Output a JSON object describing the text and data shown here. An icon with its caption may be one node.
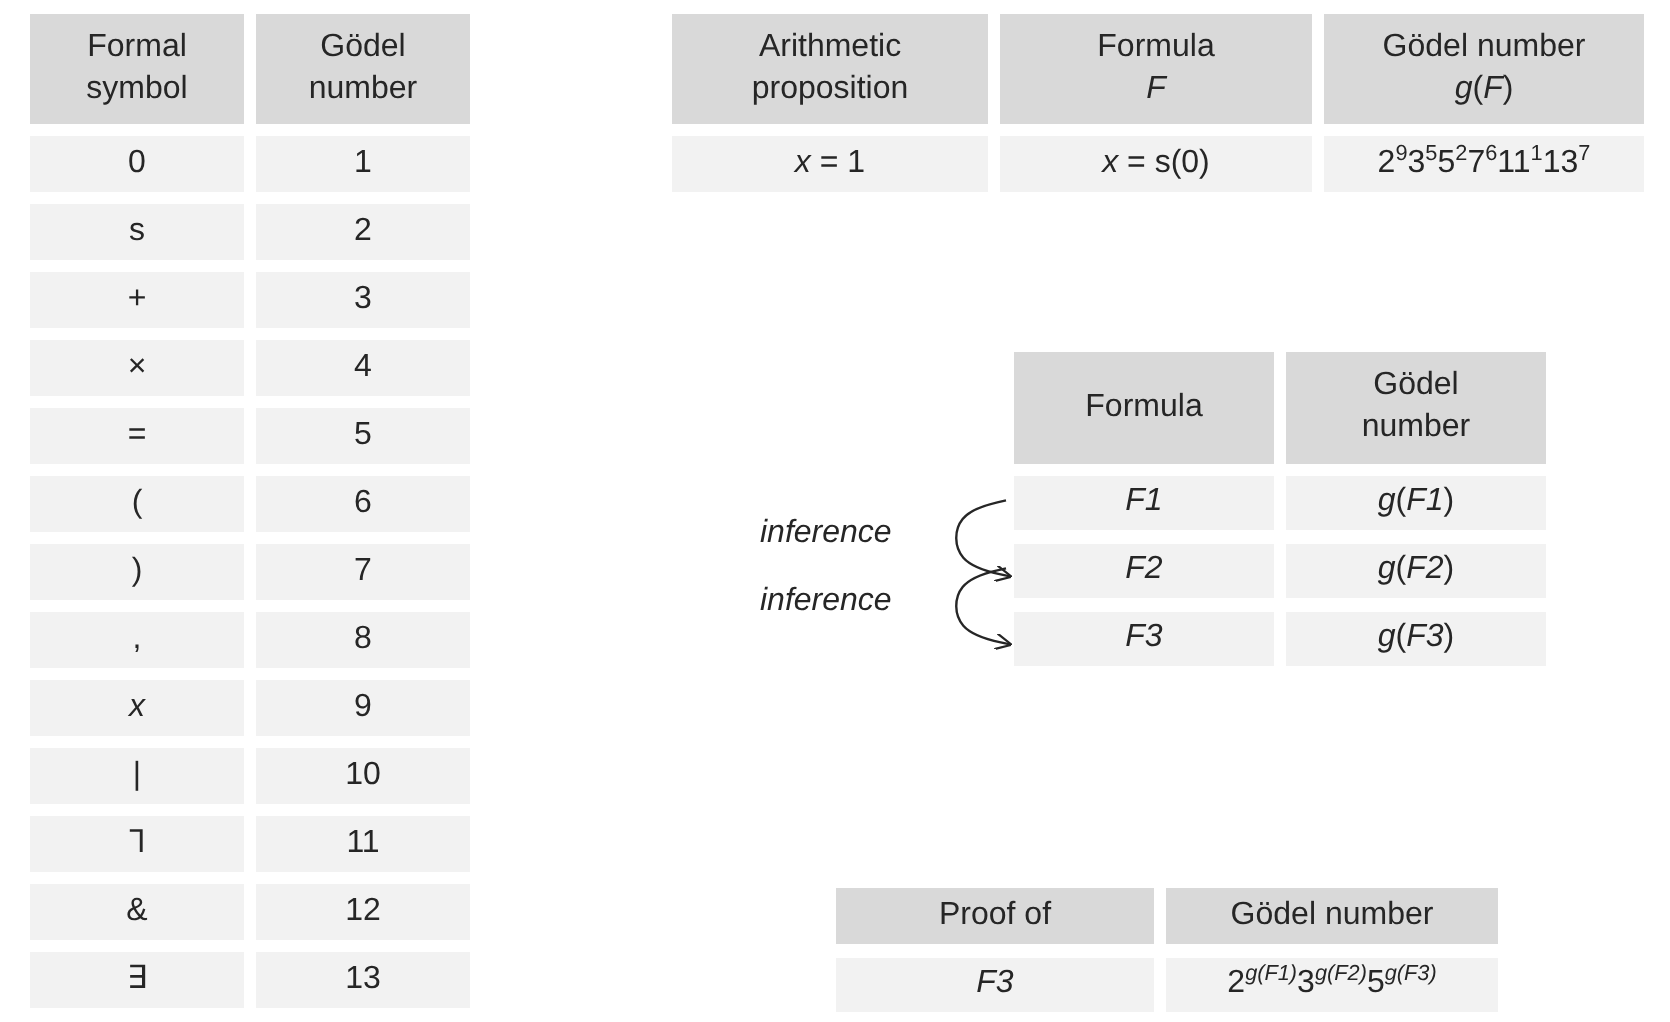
{
  "diagram": {
    "nodes": [
      {
        "text": [
          "F1"
        ]
      },
      {
        "text": [
          "F2"
        ]
      },
      {
        "text": [
          "F3"
        ]
      }
    ],
    "edges": [
      {
        "from": 0,
        "to": 1,
        "arrow": "to",
        "label": "inference"
      },
      {
        "from": 1,
        "to": 2,
        "arrow": "to",
        "label": "inference"
      }
    ],
    "labels": [
      "Formal symbol",
      "Gödel number",
      "0",
      "1",
      "s",
      "2",
      "+",
      "3",
      "×",
      "4",
      "=",
      "5",
      "(",
      "6",
      ")",
      "7",
      ",",
      "8",
      "x",
      "9",
      "|",
      "10",
      "⅂",
      "11",
      "&",
      "12",
      "∃",
      "13",
      "Arithmetic proposition",
      "Formula *F*",
      "Gödel number *g*(*F*)",
      "*x* = 1",
      "*x* = s(0)",
      "2$^{9}$3$^{5}$5$^{2}$7$^{6}$11$^{1}$13$^{7}$",
      "Formula",
      "Gödel number",
      "*g*(*F1*)",
      "*g*(*F2*)",
      "*g*(*F3*)",
      "Proof of",
      "Gödel number",
      "F3",
      "2$^{g(F1)}$3$^{g(F2)}$5$^{g(F3)}$"
    ]
  }
}
